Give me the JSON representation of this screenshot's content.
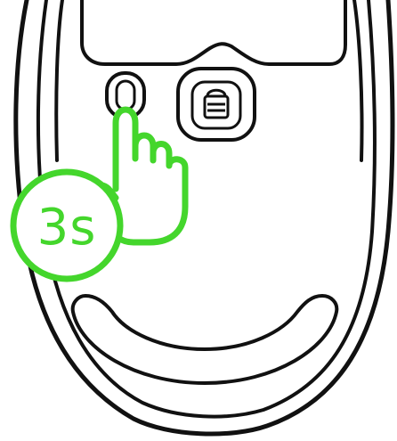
{
  "illustration": {
    "hold_badge": {
      "label": "3s"
    },
    "colors": {
      "outline": "#111111",
      "accent": "#44d62c",
      "background": "#ffffff"
    },
    "icons": [
      "mouse-underside",
      "button-press-hand",
      "fingerprint-lock"
    ]
  }
}
